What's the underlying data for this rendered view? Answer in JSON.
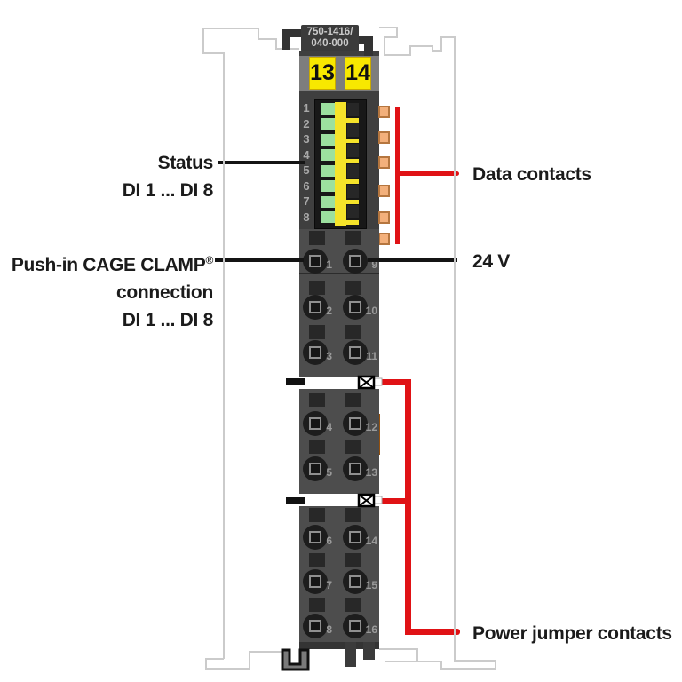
{
  "module": {
    "part_number": [
      "750-1416/",
      "040-000"
    ],
    "marking_tags": [
      "13",
      "14"
    ],
    "led_channels": [
      "1",
      "2",
      "3",
      "4",
      "5",
      "6",
      "7",
      "8"
    ],
    "terminal_groups": [
      {
        "rows": [
          {
            "left": "1",
            "right": "9"
          },
          {
            "left": "2",
            "right": "10"
          },
          {
            "left": "3",
            "right": "11"
          }
        ]
      },
      {
        "rows": [
          {
            "left": "4",
            "right": "12"
          },
          {
            "left": "5",
            "right": "13"
          }
        ]
      },
      {
        "rows": [
          {
            "left": "6",
            "right": "14"
          },
          {
            "left": "7",
            "right": "15"
          },
          {
            "left": "8",
            "right": "16"
          }
        ]
      }
    ],
    "data_contact_count": 6,
    "power_jumper_contact_count": 2
  },
  "annotations": {
    "status": {
      "line1": "Status",
      "line2": "DI 1 ... DI 8"
    },
    "cage_clamp": {
      "line1_main": "Push-in CAGE CLAMP",
      "line1_sup": "®",
      "line2": "connection",
      "line3": "DI 1 ... DI 8"
    },
    "data_contacts": "Data contacts",
    "supply": "24 V",
    "power_jumper": "Power jumper contacts"
  },
  "colors": {
    "annotation_red": "#e01215",
    "leader_black": "#141414",
    "marking_yellow": "#f8e800",
    "led_green": "#9ce09f",
    "bus_yellow": "#f5e32a",
    "data_contact_orange": "#f3b07b",
    "latch_orange": "#ef8227"
  }
}
